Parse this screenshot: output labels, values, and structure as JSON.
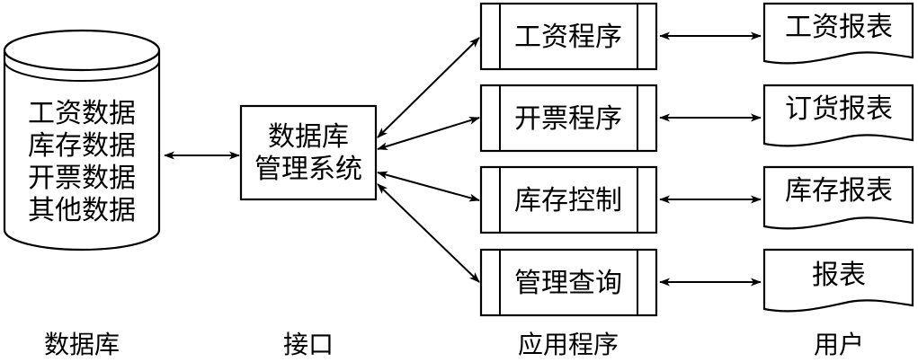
{
  "database": {
    "lines": [
      "工资数据",
      "库存数据",
      "开票数据",
      "其他数据"
    ]
  },
  "dbms": {
    "lines": [
      "数据库",
      "管理系统"
    ]
  },
  "programs": [
    "工资程序",
    "开票程序",
    "库存控制",
    "管理查询"
  ],
  "reports": [
    "工资报表",
    "订货报表",
    "库存报表",
    "报表"
  ],
  "captions": {
    "database": "数据库",
    "interface": "接口",
    "applications": "应用程序",
    "users": "用户"
  }
}
